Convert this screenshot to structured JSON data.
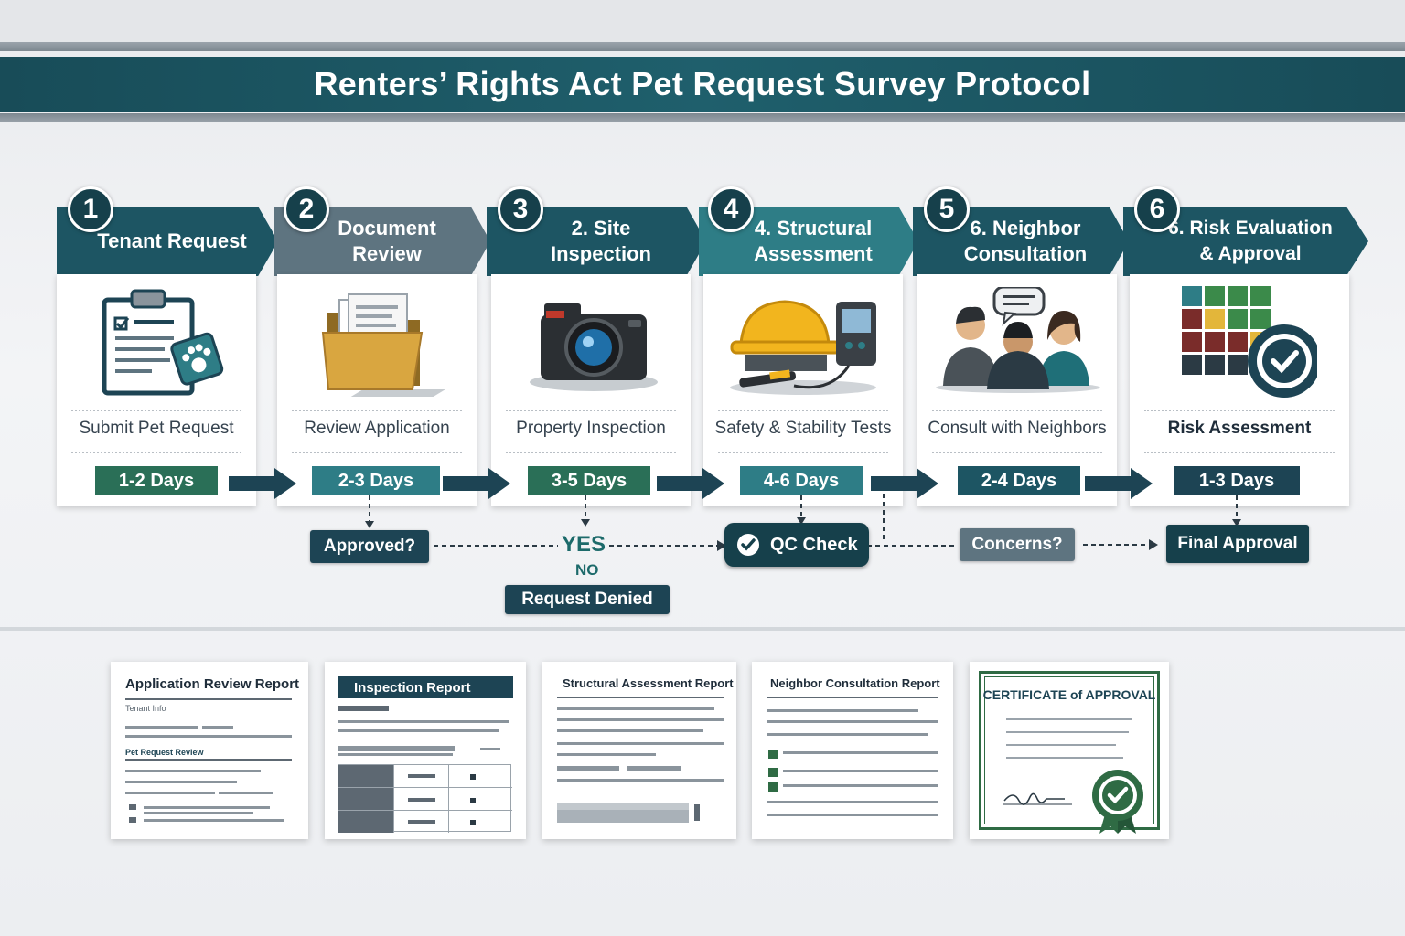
{
  "title": "Renters’ Rights Act Pet Request Survey Protocol",
  "steps": [
    {
      "number": "1",
      "title": "Tenant Request",
      "description": "Submit Pet Request",
      "duration": "1-2 Days",
      "icon": "clipboard-paw-icon"
    },
    {
      "number": "2",
      "title": "Document Review",
      "description": "Review Application",
      "duration": "2-3 Days",
      "icon": "folder-icon"
    },
    {
      "number": "3",
      "title": "2. Site Inspection",
      "description": "Property Inspection",
      "duration": "3-5 Days",
      "icon": "camera-icon"
    },
    {
      "number": "4",
      "title": "4. Structural Assessment",
      "description": "Safety & Stability Tests",
      "duration": "4-6 Days",
      "icon": "hardhat-meter-icon"
    },
    {
      "number": "5",
      "title": "6. Neighbor Consultation",
      "description": "Consult with Neighbors",
      "duration": "2-4 Days",
      "icon": "people-speech-icon"
    },
    {
      "number": "6",
      "title": "6. Risk Evaluation & Approval",
      "description": "Risk Assessment",
      "duration": "1-3 Days",
      "icon": "risk-grid-badge-icon"
    }
  ],
  "flow": {
    "approved": "Approved?",
    "yes": "YES",
    "no": "NO",
    "denied": "Request Denied",
    "qc": "QC Check",
    "concerns": "Concerns?",
    "final": "Final Approval"
  },
  "documents": {
    "application": {
      "title": "Application Review Report",
      "tenant_info": "Tenant Info",
      "section": "Pet Request Review"
    },
    "inspection": {
      "title": "Inspection Report"
    },
    "structural": {
      "title": "Structural Assessment Report"
    },
    "neighbor": {
      "title": "Neighbor Consultation Report"
    },
    "certificate": {
      "title": "CERTIFICATE of APPROVAL"
    }
  },
  "colors": {
    "dark_teal": "#184c58",
    "teal": "#2e7d86",
    "green_pill": "#2a6f57",
    "slate": "#5e7480",
    "navy": "#1d4454",
    "cert_green": "#2f6b44"
  }
}
